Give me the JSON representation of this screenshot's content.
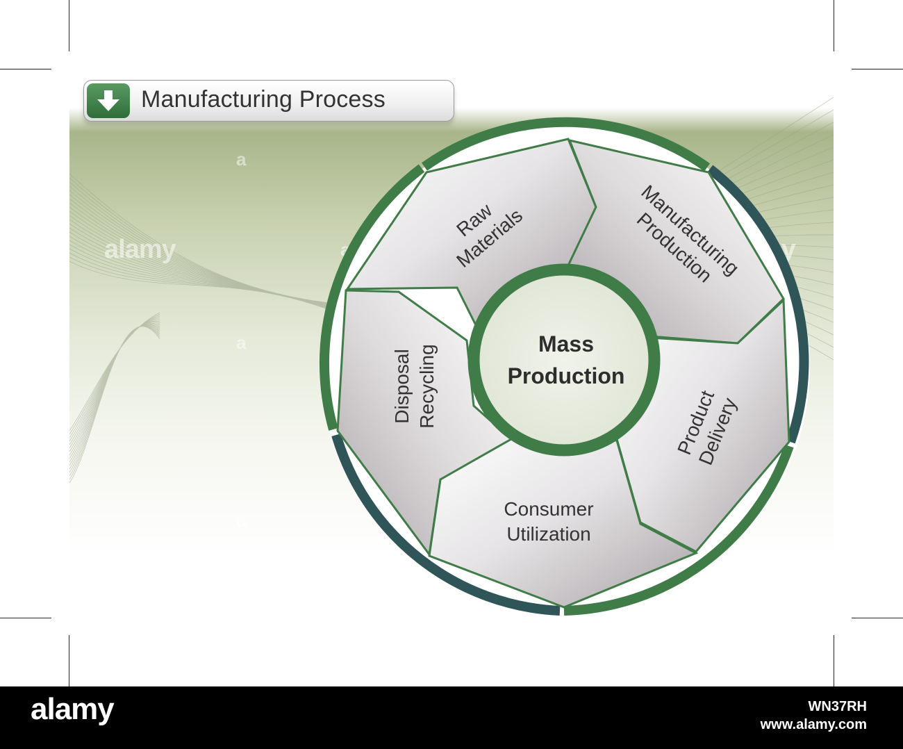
{
  "title": "Manufacturing Process",
  "center_label": {
    "line1": "Mass",
    "line2": "Production"
  },
  "segments": [
    {
      "line1": "Raw",
      "line2": "Materials"
    },
    {
      "line1": "Manufacturing",
      "line2": "Production"
    },
    {
      "line1": "Product",
      "line2": "Delivery"
    },
    {
      "line1": "Consumer",
      "line2": "Utilization"
    },
    {
      "line1": "Disposal",
      "line2": "Recycling"
    }
  ],
  "watermark": {
    "brand": "alamy",
    "letter": "a"
  },
  "footer": {
    "logo": "alamy",
    "image_id": "WN37RH",
    "site": "www.alamy.com"
  },
  "colors": {
    "ring_green": "#3f7c48",
    "ring_slate": "#2f5558",
    "panel_green": "#a8b589",
    "title_icon": "#3d7d45"
  }
}
